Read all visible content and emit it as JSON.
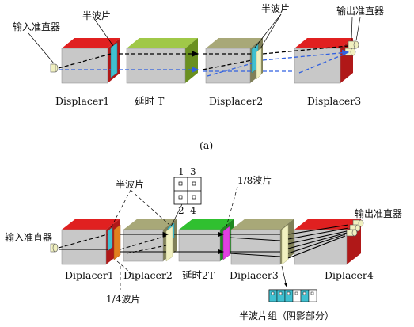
{
  "diagram_a": {
    "input_collimator": "输入准直器",
    "halfwave_plate_1": "半波片",
    "halfwave_plate_2": "半波片",
    "output_collimator": "输出准直器",
    "block_labels": [
      "Displacer1",
      "延时 T",
      "Displacer2",
      "Displacer3"
    ],
    "caption": "(a)"
  },
  "diagram_b": {
    "halfwave_plate": "半波片",
    "eighth_wave_plate": "1/8波片",
    "input_collimator": "输入准直器",
    "output_collimator": "输出准直器",
    "quarter_wave_plate": "1/4波片",
    "halfwave_group": "半波片组（阴影部分）",
    "grid_numbers": [
      "1",
      "3",
      "2",
      "4"
    ],
    "block_labels": [
      "Diplacer1",
      "Diplacer2",
      "延时2T",
      "Diplacer3",
      "Diplacer4"
    ]
  },
  "colors": {
    "red": "#e02020",
    "green": "#88b830",
    "olive": "#a8a878",
    "gray_front": "#c8c8c8",
    "cyan": "#40c0d0",
    "magenta": "#e040e0",
    "orange": "#e08020",
    "yellow_plate": "#f0f0c0",
    "beam_black": "#000000",
    "beam_blue": "#3060e0"
  },
  "icons": [
    "collimator-icon"
  ]
}
